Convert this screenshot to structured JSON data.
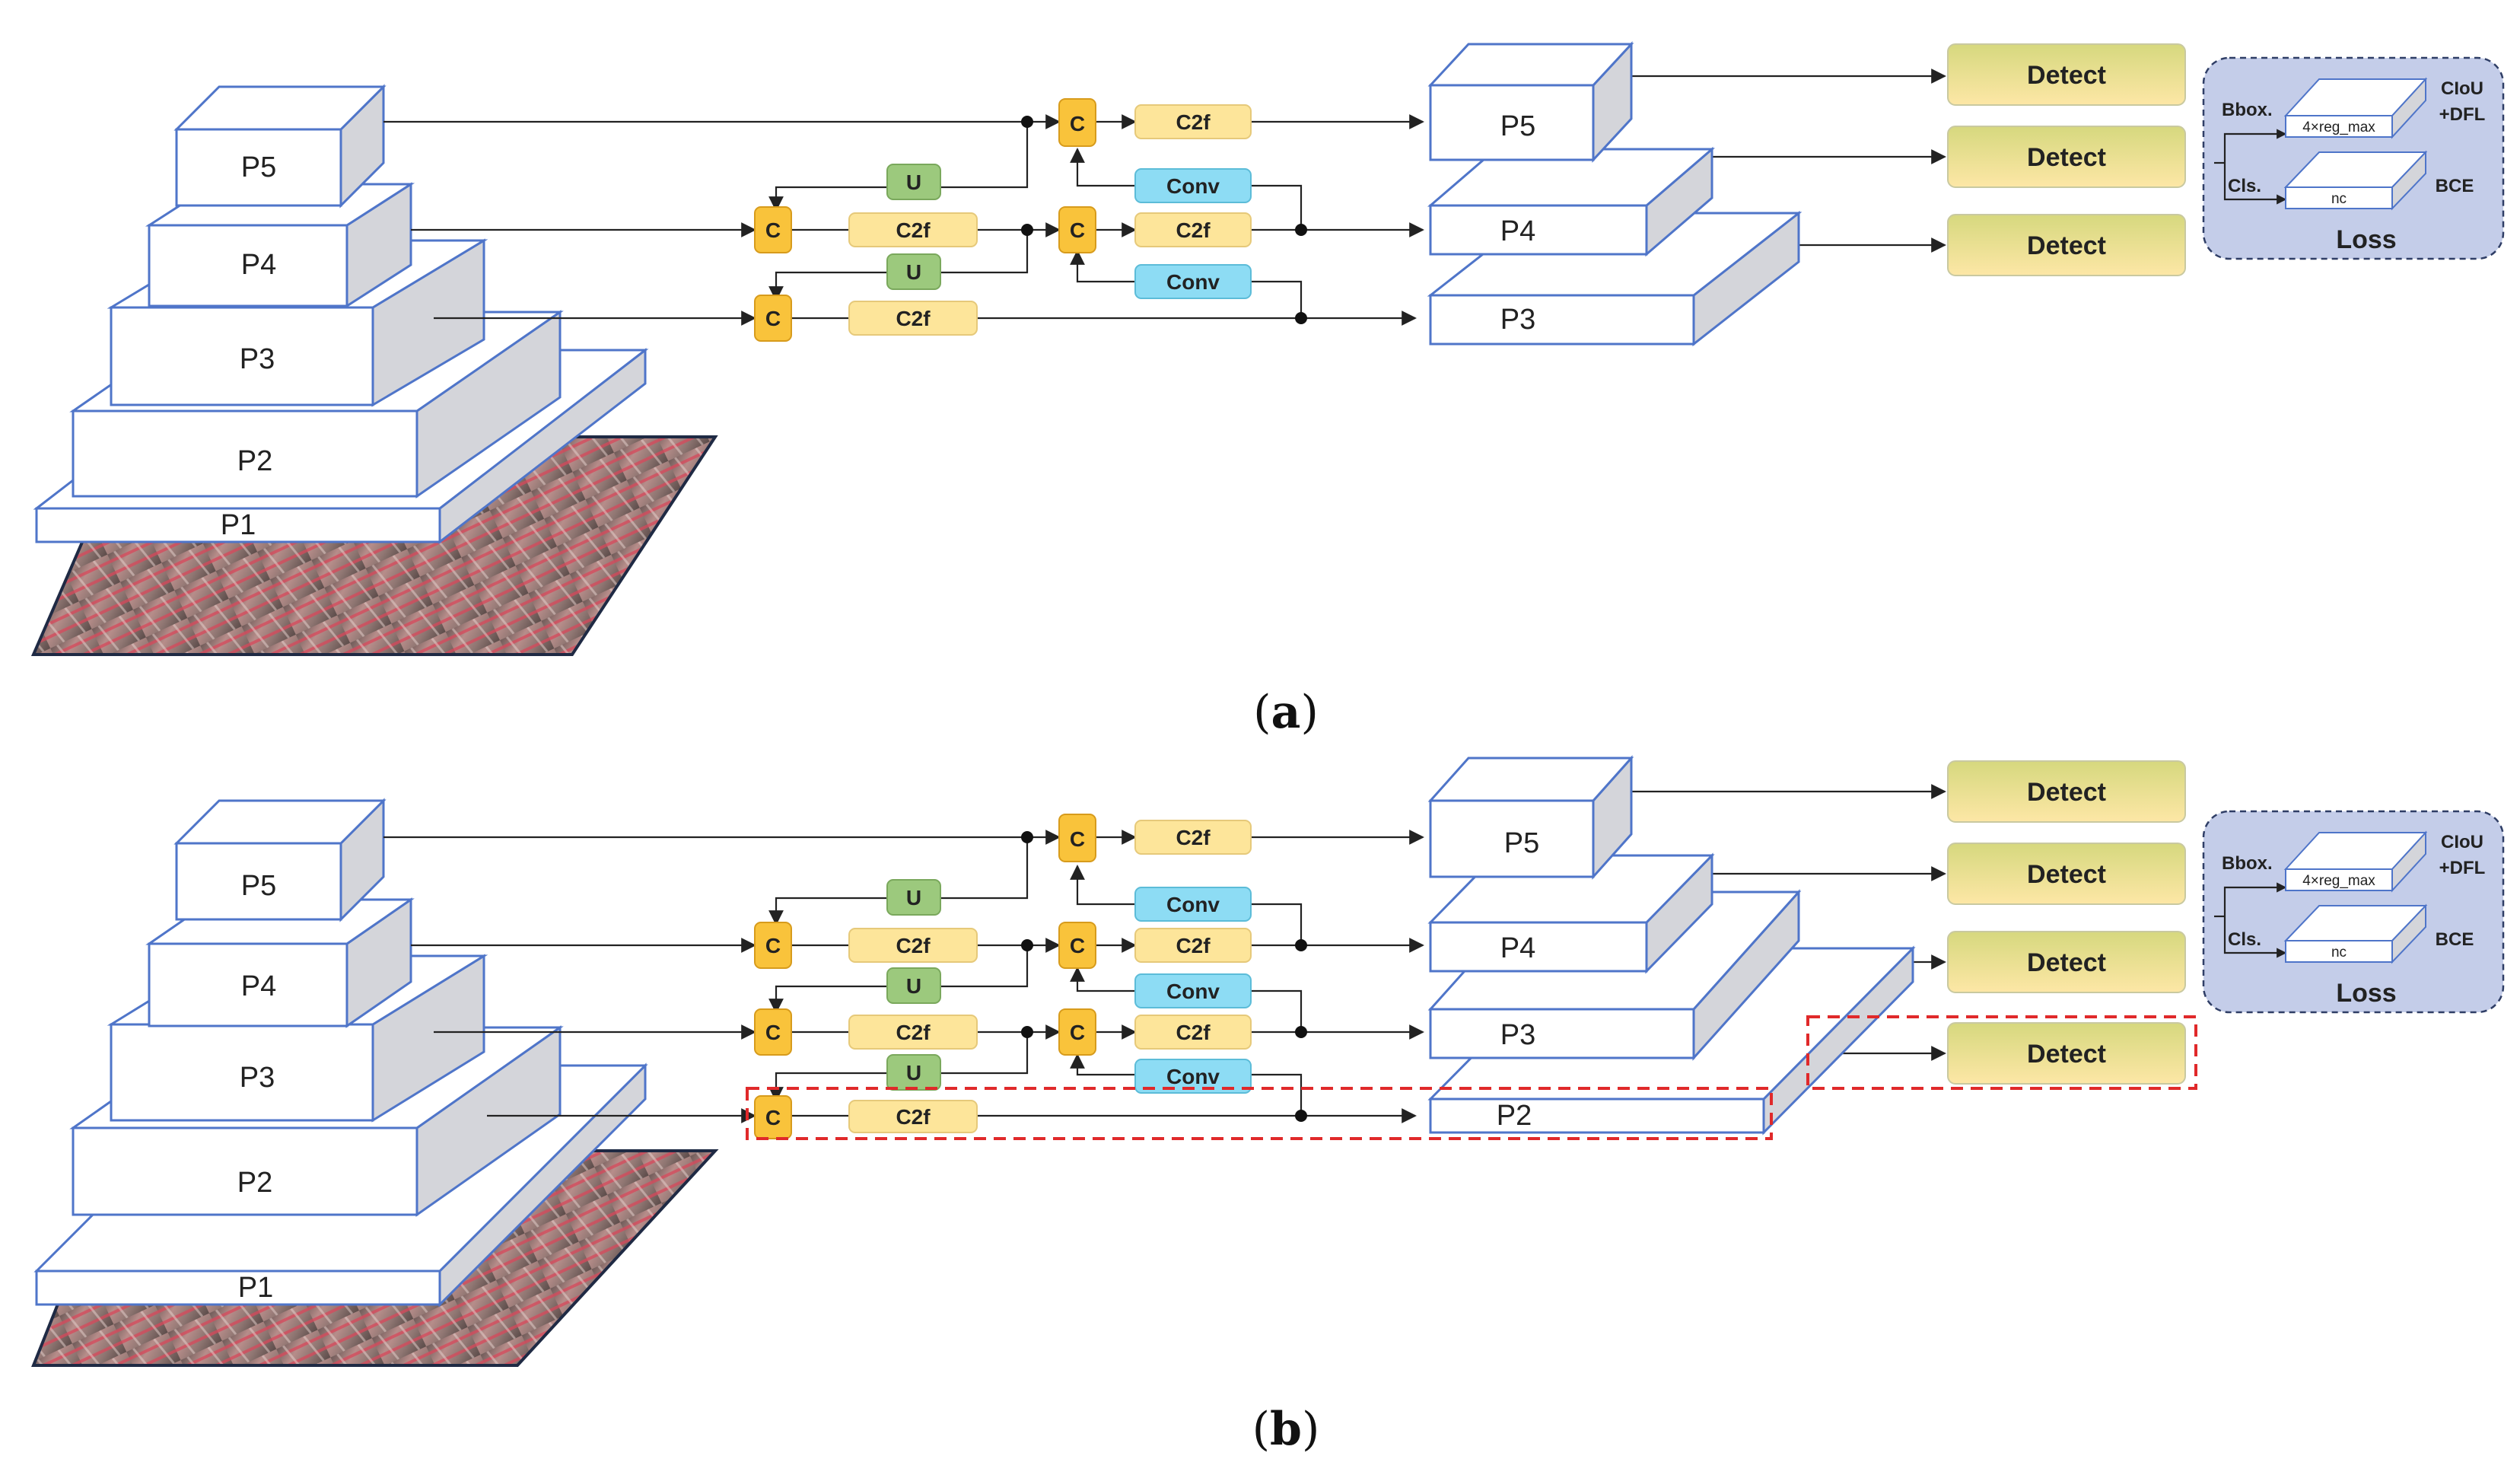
{
  "figure": {
    "panel_a": {
      "caption_letter": "a",
      "backbone_levels": [
        "P5",
        "P4",
        "P3",
        "P2",
        "P1"
      ],
      "head_levels": [
        "P5",
        "P4",
        "P3"
      ],
      "detect_labels": [
        "Detect",
        "Detect",
        "Detect"
      ]
    },
    "panel_b": {
      "caption_letter": "b",
      "backbone_levels": [
        "P5",
        "P4",
        "P3",
        "P2",
        "P1"
      ],
      "head_levels": [
        "P5",
        "P4",
        "P3",
        "P2"
      ],
      "detect_labels": [
        "Detect",
        "Detect",
        "Detect",
        "Detect"
      ]
    },
    "modules": {
      "concat": "C",
      "c2f": "C2f",
      "upsample": "U",
      "conv": "Conv"
    },
    "loss_box": {
      "bbox_label": "Bbox.",
      "cls_label": "Cls.",
      "bbox_tensor": "4×reg_max",
      "cls_tensor": "nc",
      "bbox_loss_line1": "CIoU",
      "bbox_loss_line2": "+DFL",
      "cls_loss": "BCE",
      "title": "Loss"
    },
    "colors": {
      "concat": "#f9c33b",
      "c2f": "#fde59a",
      "upsample": "#9cc97d",
      "conv": "#8ddcf4",
      "detect_top": "#dcdc82",
      "detect_bottom": "#fde6a4",
      "loss_bg": "#c4cde9",
      "highlight": "#e0292a",
      "box_outline": "#4f75c9"
    }
  }
}
